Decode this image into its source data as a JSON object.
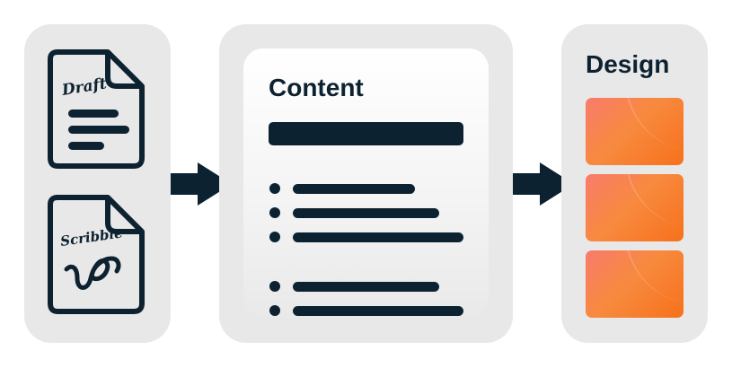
{
  "stages": {
    "content": {
      "title": "Content"
    },
    "design": {
      "title": "Design"
    }
  },
  "documents": {
    "draft": {
      "label": "Draft"
    },
    "scribble": {
      "label": "Scribble"
    }
  },
  "colors": {
    "ink": "#0d2230",
    "panel": "#e8e8e8",
    "accent_orange": "#f7711b",
    "accent_pink": "#f97b6c"
  }
}
